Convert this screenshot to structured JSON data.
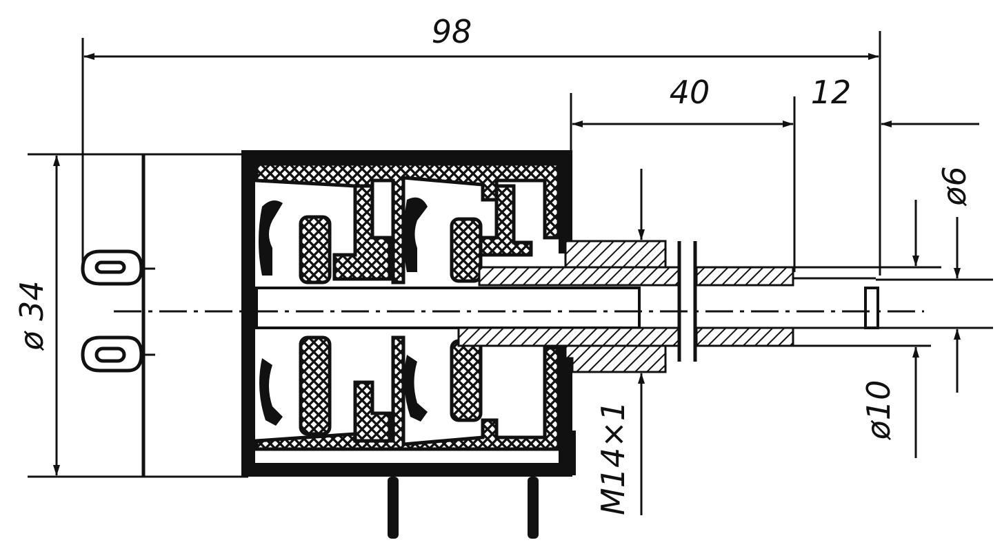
{
  "dimensions": {
    "overall_length": "98",
    "shaft_length": "40",
    "shaft_end": "12",
    "body_diameter": "ø 34",
    "thread": "M14×1",
    "shaft_outer_diameter": "ø10",
    "shaft_inner_diameter": "ø6"
  },
  "colors": {
    "ink": "#111111",
    "paper": "#ffffff"
  }
}
